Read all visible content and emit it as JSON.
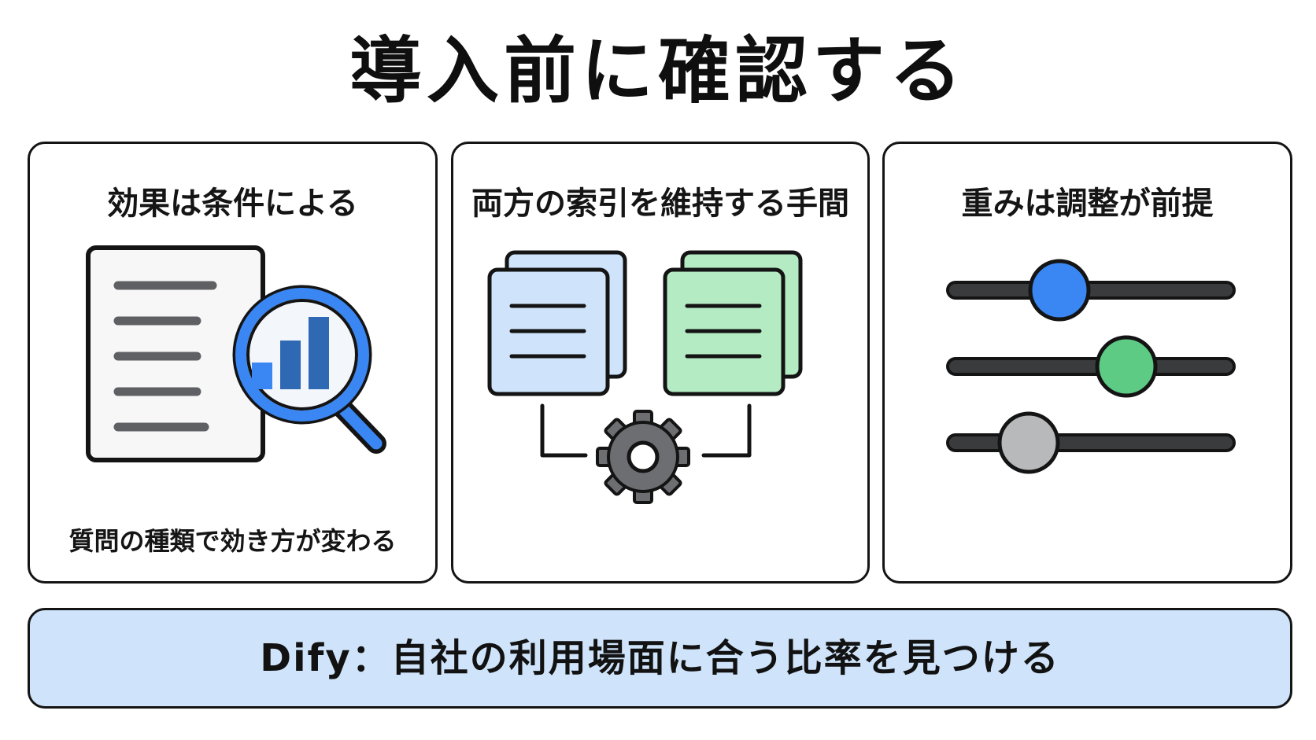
{
  "title": "導入前に確認する",
  "panels": [
    {
      "heading": "効果は条件による",
      "caption": "質問の種類で効き方が変わる",
      "icon": "document-magnifier-icon"
    },
    {
      "heading": "両方の索引を維持する手間",
      "icon": "two-indexes-gear-icon"
    },
    {
      "heading": "重みは調整が前提",
      "icon": "slider-weights-icon"
    }
  ],
  "banner": "Dify：自社の利用場面に合う比率を見つける",
  "colors": {
    "blue": "#3a86f2",
    "light_blue": "#cfe4fb",
    "green": "#5ecb85",
    "light_green": "#b5ebc3",
    "gray": "#b8b9bb",
    "dark": "#141414",
    "banner_bg": "#cfe4fb"
  }
}
